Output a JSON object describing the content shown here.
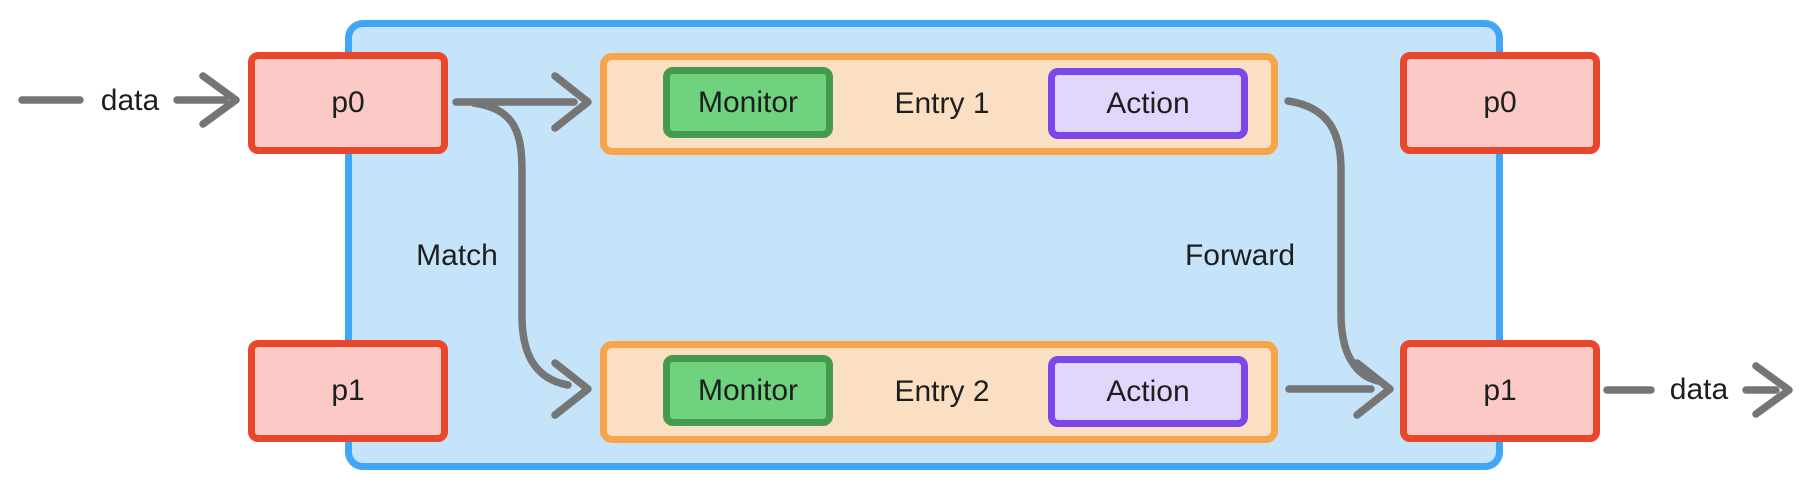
{
  "diagram": {
    "ports": {
      "left": [
        {
          "name": "p0"
        },
        {
          "name": "p1"
        }
      ],
      "right": [
        {
          "name": "p0"
        },
        {
          "name": "p1"
        }
      ]
    },
    "entries": [
      {
        "monitor": "Monitor",
        "title": "Entry 1",
        "action": "Action"
      },
      {
        "monitor": "Monitor",
        "title": "Entry 2",
        "action": "Action"
      }
    ],
    "edges": {
      "input_label": "data",
      "output_label": "data",
      "match_label": "Match",
      "forward_label": "Forward"
    }
  },
  "colors": {
    "container-border": "#40A6F5",
    "container-fill": "#C5E4FA",
    "port-border": "#E8472B",
    "port-fill": "#FBCAC6",
    "entry-border": "#F9A449",
    "entry-fill": "#FBDFC3",
    "monitor-border": "#449B4E",
    "monitor-fill": "#70D17F",
    "action-border": "#7C47E8",
    "action-fill": "#E1D7FB",
    "arrow": "#757575",
    "text": "#1E1E1E"
  }
}
